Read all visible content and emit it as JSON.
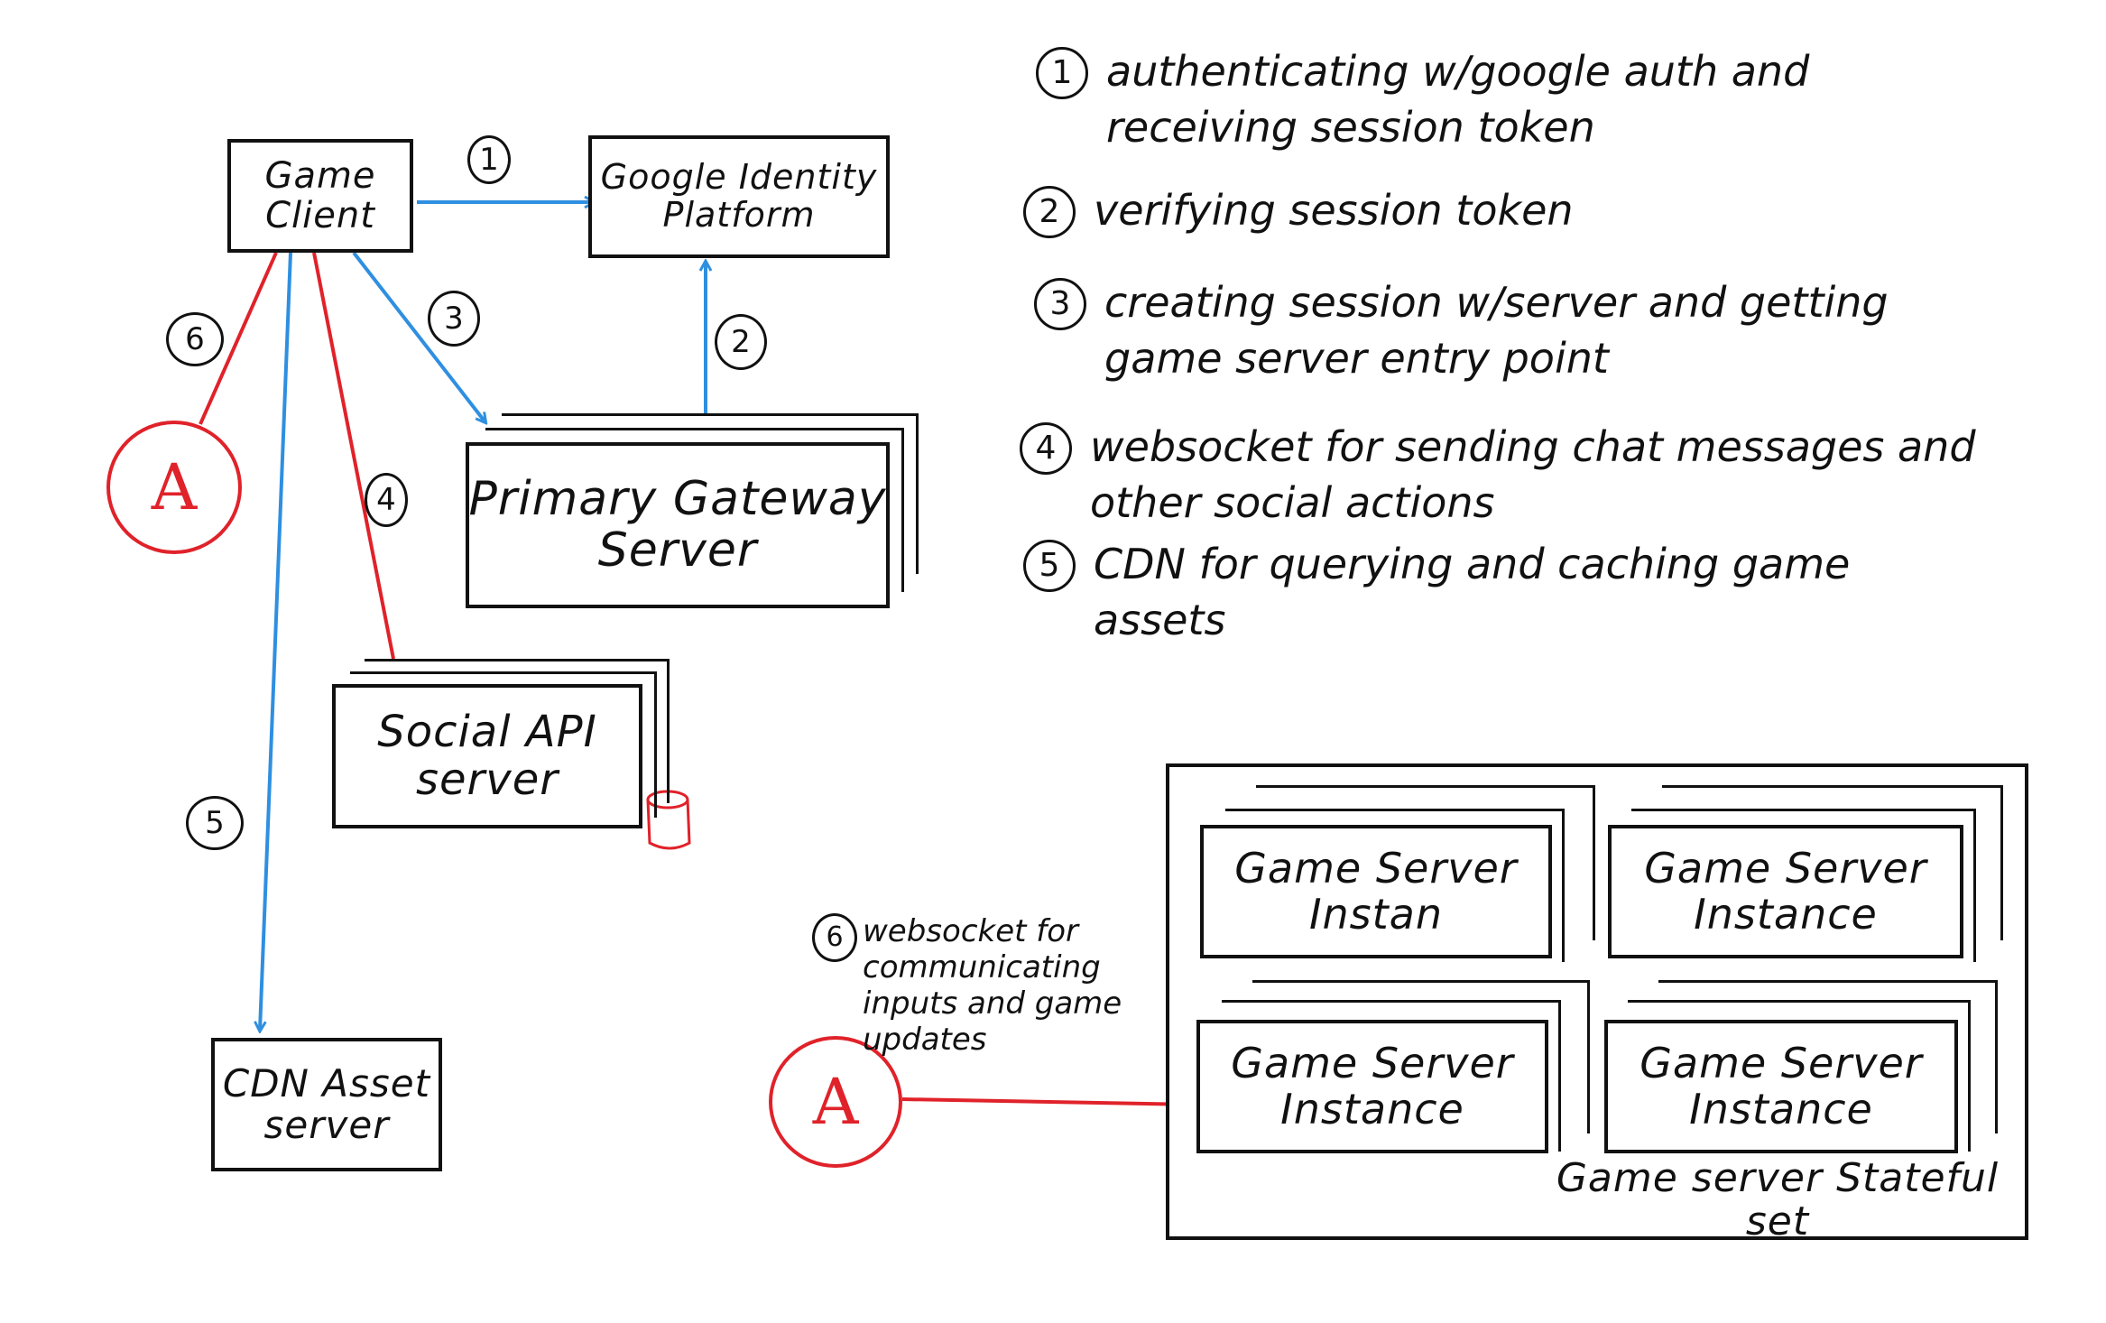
{
  "colors": {
    "ink": "#111111",
    "request_arrow": "#2f8fe0",
    "websocket_line": "#e0222a"
  },
  "nodes": {
    "game_client": "Game\nClient",
    "google_identity": "Google Identity\nPlatform",
    "primary_gateway": "Primary Gateway\nServer",
    "social_api": "Social API\nserver",
    "cdn_asset": "CDN Asset\nserver",
    "game_server_1": "Game Server\nInstan",
    "game_server_2": "Game Server\nInstance",
    "game_server_3": "Game Server\nInstance",
    "game_server_4": "Game Server\nInstance",
    "stateful_set": "Game server Stateful set"
  },
  "edge_labels": {
    "e1": "1",
    "e2": "2",
    "e3": "3",
    "e4": "4",
    "e5": "5",
    "e6": "6"
  },
  "ref_marker": "A",
  "legend": [
    {
      "num": "1",
      "text": "authenticating w/google auth and receiving session token"
    },
    {
      "num": "2",
      "text": "verifying session token"
    },
    {
      "num": "3",
      "text": "creating session w/server and getting game server entry point"
    },
    {
      "num": "4",
      "text": "websocket for sending chat messages and other social actions"
    },
    {
      "num": "5",
      "text": "CDN for querying and caching game assets"
    }
  ],
  "websocket_note": {
    "num": "6",
    "text": "websocket for communicating inputs and game updates"
  }
}
